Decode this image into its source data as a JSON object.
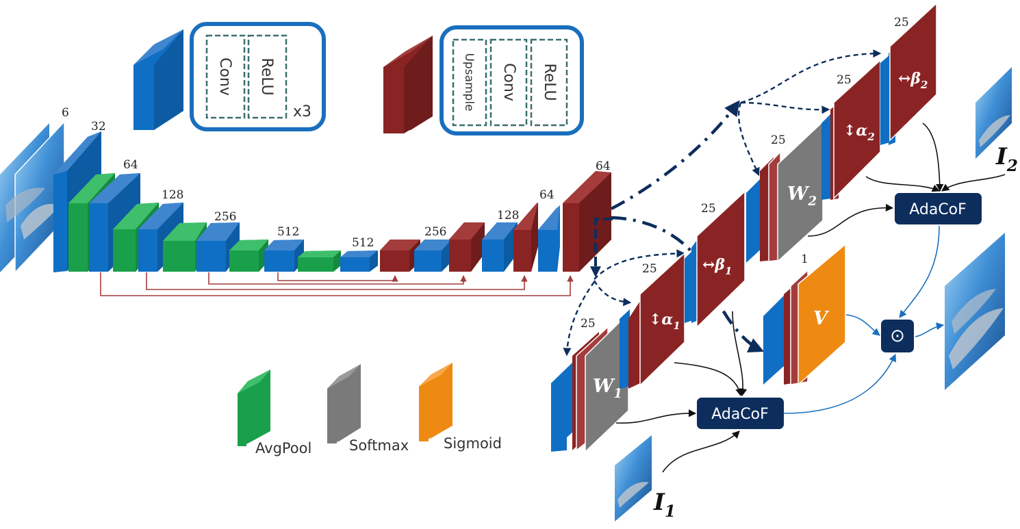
{
  "legend": {
    "encoder_block": [
      "Conv",
      "ReLU"
    ],
    "encoder_repeat": "x3",
    "decoder_block": [
      "Upsample",
      "Conv",
      "ReLU"
    ],
    "layer_types": [
      {
        "label": "AvgPool",
        "color": "#1aa04a"
      },
      {
        "label": "Softmax",
        "color": "#7a7a7a"
      },
      {
        "label": "Sigmoid",
        "color": "#ee8a12"
      }
    ]
  },
  "unet_channels": [
    "6",
    "32",
    "64",
    "128",
    "256",
    "512",
    "512",
    "256",
    "128",
    "64",
    "64"
  ],
  "heads": {
    "W1": {
      "channels": "25",
      "label": "W",
      "sub": "1"
    },
    "alpha1": {
      "channels": "25",
      "label": "↕α",
      "sub": "1"
    },
    "beta1": {
      "channels": "25",
      "label": "↔β",
      "sub": "1"
    },
    "W2": {
      "channels": "25",
      "label": "W",
      "sub": "2"
    },
    "alpha2": {
      "channels": "25",
      "label": "↕α",
      "sub": "2"
    },
    "beta2": {
      "channels": "25",
      "label": "↔β",
      "sub": "2"
    },
    "V": {
      "channels": "1",
      "label": "V"
    }
  },
  "ops": {
    "adacof1": "AdaCoF",
    "adacof2": "AdaCoF",
    "multiply": "⊙"
  },
  "inputs": {
    "I1": {
      "label": "I",
      "sub": "1"
    },
    "I2": {
      "label": "I",
      "sub": "2"
    }
  },
  "colors": {
    "conv": "#0f6fc4",
    "upsample": "#8a2424",
    "avgpool": "#1aa04a",
    "softmax": "#7a7a7a",
    "sigmoid": "#ee8a12",
    "op_box": "#0d2d5c",
    "dashed_flow": "#0d2d5c",
    "skip": "#a43c3c",
    "image_water": "#3f8fd6"
  }
}
